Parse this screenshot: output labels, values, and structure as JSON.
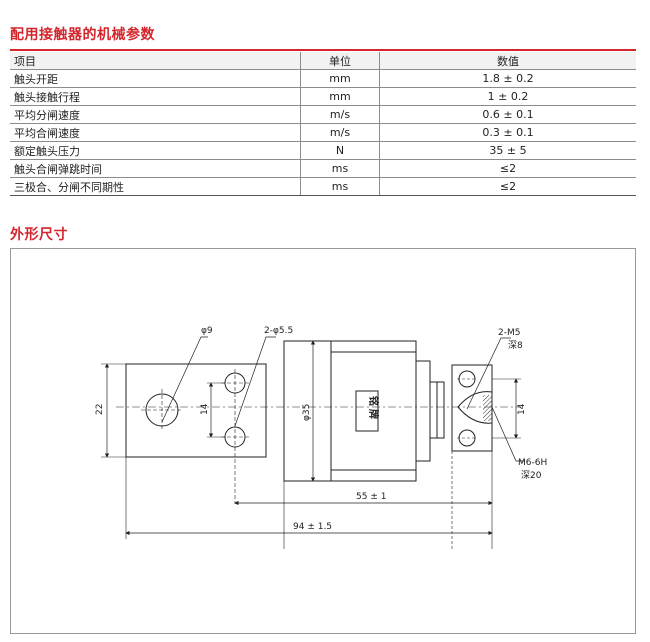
{
  "section1": {
    "title": "配用接触器的机械参数"
  },
  "table": {
    "headers": [
      "项目",
      "单位",
      "数值"
    ],
    "rows": [
      [
        "触头开距",
        "mm",
        "1.8 ± 0.2"
      ],
      [
        "触头接触行程",
        "mm",
        "1 ± 0.2"
      ],
      [
        "平均分闸速度",
        "m/s",
        "0.6 ± 0.1"
      ],
      [
        "平均合闸速度",
        "m/s",
        "0.3 ± 0.1"
      ],
      [
        "额定触头压力",
        "N",
        "35 ± 5"
      ],
      [
        "触头合闸弹跳时间",
        "ms",
        "≤2"
      ],
      [
        "三极合、分闸不同期性",
        "ms",
        "≤2"
      ]
    ]
  },
  "section2": {
    "title": "外形尺寸"
  },
  "drawing": {
    "labels": {
      "d9": "φ9",
      "d55": "2-φ5.5",
      "m5": "2-M5",
      "depth8": "深8",
      "m6": "M6-6H",
      "depth20": "深20",
      "dim22": "22",
      "dim14a": "14",
      "d35": "φ35",
      "dim14b": "14",
      "dim55": "55 ± 1",
      "dim94": "94 ± 1.5",
      "nameplate": "铭牌"
    }
  }
}
